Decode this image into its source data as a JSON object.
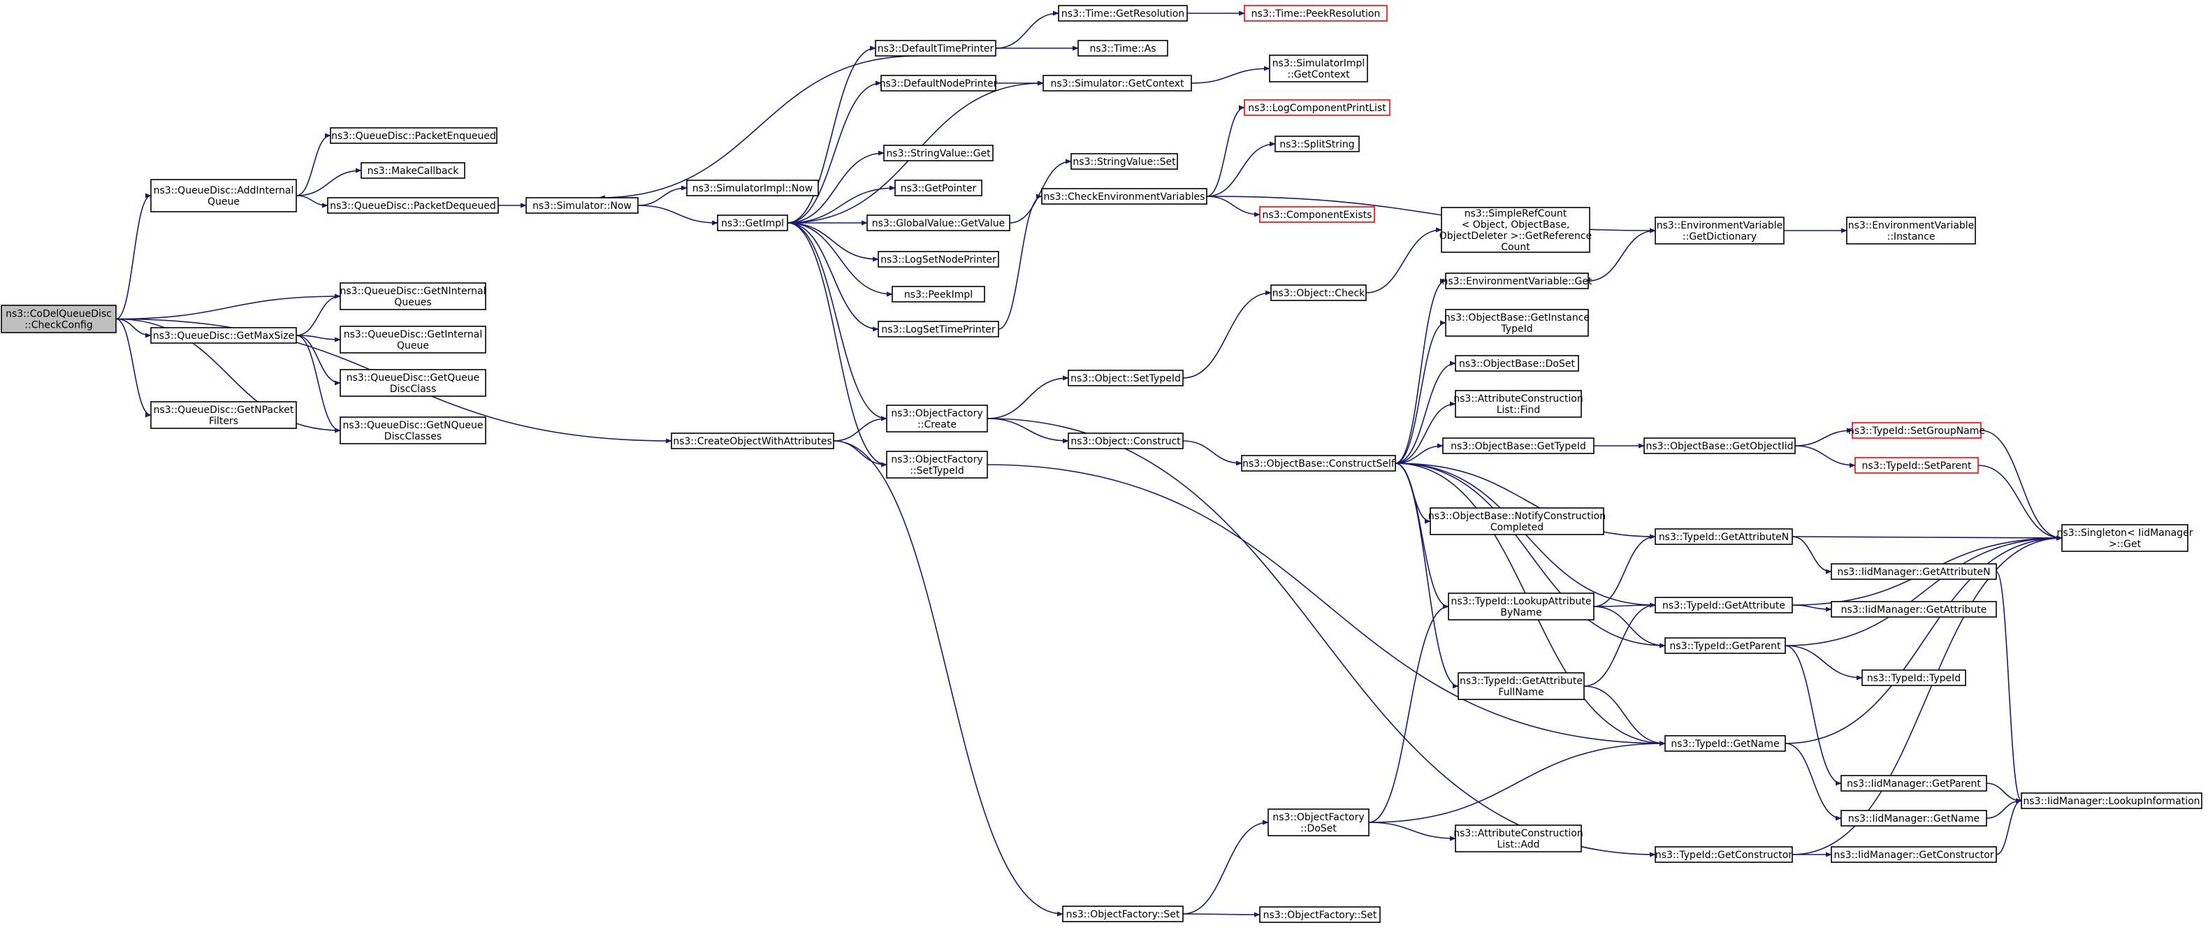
{
  "diagram": {
    "title": "",
    "colors": {
      "edge": "#191970",
      "node_border": "#000000",
      "root_fill": "#bfbfbf",
      "missing_border": "#ff0000"
    },
    "nodes": [
      {
        "id": "root",
        "lines": [
          "ns3::CoDelQueueDisc",
          "::CheckConfig"
        ],
        "root": true
      },
      {
        "id": "addint",
        "lines": [
          "ns3::QueueDisc::AddInternal",
          "Queue"
        ]
      },
      {
        "id": "getmax",
        "lines": [
          "ns3::QueueDisc::GetMaxSize"
        ]
      },
      {
        "id": "getnpf",
        "lines": [
          "ns3::QueueDisc::GetNPacket",
          "Filters"
        ]
      },
      {
        "id": "pktenq",
        "lines": [
          "ns3::QueueDisc::PacketEnqueued"
        ]
      },
      {
        "id": "makecb",
        "lines": [
          "ns3::MakeCallback"
        ]
      },
      {
        "id": "pktdeq",
        "lines": [
          "ns3::QueueDisc::PacketDequeued"
        ]
      },
      {
        "id": "getnintq",
        "lines": [
          "ns3::QueueDisc::GetNInternal",
          "Queues"
        ]
      },
      {
        "id": "getintq",
        "lines": [
          "ns3::QueueDisc::GetInternal",
          "Queue"
        ]
      },
      {
        "id": "getqdc",
        "lines": [
          "ns3::QueueDisc::GetQueue",
          "DiscClass"
        ]
      },
      {
        "id": "getnqdc",
        "lines": [
          "ns3::QueueDisc::GetNQueue",
          "DiscClasses"
        ]
      },
      {
        "id": "simnow",
        "lines": [
          "ns3::Simulator::Now"
        ]
      },
      {
        "id": "createobj",
        "lines": [
          "ns3::CreateObjectWithAttributes"
        ]
      },
      {
        "id": "simimplnow",
        "lines": [
          "ns3::SimulatorImpl::Now"
        ]
      },
      {
        "id": "getimpl",
        "lines": [
          "ns3::GetImpl"
        ]
      },
      {
        "id": "deftp",
        "lines": [
          "ns3::DefaultTimePrinter"
        ]
      },
      {
        "id": "defnp",
        "lines": [
          "ns3::DefaultNodePrinter"
        ]
      },
      {
        "id": "strget",
        "lines": [
          "ns3::StringValue::Get"
        ]
      },
      {
        "id": "getptr",
        "lines": [
          "ns3::GetPointer"
        ]
      },
      {
        "id": "gvget",
        "lines": [
          "ns3::GlobalValue::GetValue"
        ]
      },
      {
        "id": "logsetnp",
        "lines": [
          "ns3::LogSetNodePrinter"
        ]
      },
      {
        "id": "peekimpl",
        "lines": [
          "ns3::PeekImpl"
        ]
      },
      {
        "id": "logsettp",
        "lines": [
          "ns3::LogSetTimePrinter"
        ]
      },
      {
        "id": "ofcreate",
        "lines": [
          "ns3::ObjectFactory",
          "::Create"
        ]
      },
      {
        "id": "ofsettid",
        "lines": [
          "ns3::ObjectFactory",
          "::SetTypeId"
        ]
      },
      {
        "id": "timegetres",
        "lines": [
          "ns3::Time::GetResolution"
        ]
      },
      {
        "id": "timeas",
        "lines": [
          "ns3::Time::As"
        ]
      },
      {
        "id": "simgetctx",
        "lines": [
          "ns3::Simulator::GetContext"
        ]
      },
      {
        "id": "strset",
        "lines": [
          "ns3::StringValue::Set"
        ]
      },
      {
        "id": "chkenv",
        "lines": [
          "ns3::CheckEnvironmentVariables"
        ]
      },
      {
        "id": "objsettid",
        "lines": [
          "ns3::Object::SetTypeId"
        ]
      },
      {
        "id": "objconstruct",
        "lines": [
          "ns3::Object::Construct"
        ]
      },
      {
        "id": "ofset1",
        "lines": [
          "ns3::ObjectFactory::Set"
        ]
      },
      {
        "id": "timepeek",
        "lines": [
          "ns3::Time::PeekResolution"
        ],
        "red": true
      },
      {
        "id": "simimplctx",
        "lines": [
          "ns3::SimulatorImpl",
          "::GetContext"
        ]
      },
      {
        "id": "logcpl",
        "lines": [
          "ns3::LogComponentPrintList"
        ],
        "red": true
      },
      {
        "id": "splitstr",
        "lines": [
          "ns3::SplitString"
        ]
      },
      {
        "id": "compexists",
        "lines": [
          "ns3::ComponentExists"
        ],
        "red": true
      },
      {
        "id": "objcheck",
        "lines": [
          "ns3::Object::Check"
        ]
      },
      {
        "id": "obconstself",
        "lines": [
          "ns3::ObjectBase::ConstructSelf"
        ]
      },
      {
        "id": "ofdoset",
        "lines": [
          "ns3::ObjectFactory",
          "::DoSet"
        ]
      },
      {
        "id": "ofset2",
        "lines": [
          "ns3::ObjectFactory::Set"
        ]
      },
      {
        "id": "simpleref",
        "lines": [
          "ns3::SimpleRefCount",
          "< Object, ObjectBase,",
          "ObjectDeleter >::GetReference",
          "Count"
        ]
      },
      {
        "id": "envget",
        "lines": [
          "ns3::EnvironmentVariable::Get"
        ]
      },
      {
        "id": "obgetinst",
        "lines": [
          "ns3::ObjectBase::GetInstance",
          "TypeId"
        ]
      },
      {
        "id": "obdoset",
        "lines": [
          "ns3::ObjectBase::DoSet"
        ]
      },
      {
        "id": "acfind",
        "lines": [
          "ns3::AttributeConstruction",
          "List::Find"
        ]
      },
      {
        "id": "obgettid",
        "lines": [
          "ns3::ObjectBase::GetTypeId"
        ]
      },
      {
        "id": "obnotify",
        "lines": [
          "ns3::ObjectBase::NotifyConstruction",
          "Completed"
        ]
      },
      {
        "id": "tidlookup",
        "lines": [
          "ns3::TypeId::LookupAttribute",
          "ByName"
        ]
      },
      {
        "id": "tidgetafn",
        "lines": [
          "ns3::TypeId::GetAttribute",
          "FullName"
        ]
      },
      {
        "id": "acadd",
        "lines": [
          "ns3::AttributeConstruction",
          "List::Add"
        ]
      },
      {
        "id": "envgetdict",
        "lines": [
          "ns3::EnvironmentVariable",
          "::GetDictionary"
        ]
      },
      {
        "id": "obgetoid",
        "lines": [
          "ns3::ObjectBase::GetObjectIid"
        ]
      },
      {
        "id": "tidgetattrn",
        "lines": [
          "ns3::TypeId::GetAttributeN"
        ]
      },
      {
        "id": "tidgetattr",
        "lines": [
          "ns3::TypeId::GetAttribute"
        ]
      },
      {
        "id": "tidgetparent",
        "lines": [
          "ns3::TypeId::GetParent"
        ]
      },
      {
        "id": "tidgetname",
        "lines": [
          "ns3::TypeId::GetName"
        ]
      },
      {
        "id": "tidgetctor",
        "lines": [
          "ns3::TypeId::GetConstructor"
        ]
      },
      {
        "id": "envinst",
        "lines": [
          "ns3::EnvironmentVariable",
          "::Instance"
        ]
      },
      {
        "id": "tidsetgroup",
        "lines": [
          "ns3::TypeId::SetGroupName"
        ],
        "red": true
      },
      {
        "id": "tidsetparent",
        "lines": [
          "ns3::TypeId::SetParent"
        ],
        "red": true
      },
      {
        "id": "imgetattrn",
        "lines": [
          "ns3::IidManager::GetAttributeN"
        ]
      },
      {
        "id": "imgetattr",
        "lines": [
          "ns3::IidManager::GetAttribute"
        ]
      },
      {
        "id": "tidtypeid",
        "lines": [
          "ns3::TypeId::TypeId"
        ]
      },
      {
        "id": "imgetparent",
        "lines": [
          "ns3::IidManager::GetParent"
        ]
      },
      {
        "id": "imgetname",
        "lines": [
          "ns3::IidManager::GetName"
        ]
      },
      {
        "id": "imgetctor",
        "lines": [
          "ns3::IidManager::GetConstructor"
        ]
      },
      {
        "id": "singleton",
        "lines": [
          "ns3::Singleton< IidManager",
          ">::Get"
        ]
      },
      {
        "id": "imlookup",
        "lines": [
          "ns3::IidManager::LookupInformation"
        ]
      }
    ],
    "edges": [
      [
        "root",
        "addint"
      ],
      [
        "root",
        "getnintq"
      ],
      [
        "root",
        "getmax"
      ],
      [
        "root",
        "getnqdc"
      ],
      [
        "root",
        "getnpf"
      ],
      [
        "root",
        "createobj"
      ],
      [
        "addint",
        "pktenq"
      ],
      [
        "addint",
        "makecb"
      ],
      [
        "addint",
        "pktdeq"
      ],
      [
        "pktdeq",
        "simnow"
      ],
      [
        "getmax",
        "getnintq"
      ],
      [
        "getmax",
        "getintq"
      ],
      [
        "getmax",
        "getqdc"
      ],
      [
        "getmax",
        "getnqdc"
      ],
      [
        "simnow",
        "simimplnow"
      ],
      [
        "simnow",
        "getimpl"
      ],
      [
        "createobj",
        "ofcreate"
      ],
      [
        "createobj",
        "ofsettid"
      ],
      [
        "createobj",
        "ofset1"
      ],
      [
        "getimpl",
        "deftp"
      ],
      [
        "getimpl",
        "defnp"
      ],
      [
        "getimpl",
        "simgetctx"
      ],
      [
        "getimpl",
        "strget"
      ],
      [
        "getimpl",
        "getptr"
      ],
      [
        "getimpl",
        "gvget"
      ],
      [
        "getimpl",
        "logsetnp"
      ],
      [
        "getimpl",
        "peekimpl"
      ],
      [
        "getimpl",
        "logsettp"
      ],
      [
        "getimpl",
        "ofcreate"
      ],
      [
        "getimpl",
        "ofsettid"
      ],
      [
        "deftp",
        "simnow"
      ],
      [
        "deftp",
        "timegetres"
      ],
      [
        "deftp",
        "timeas"
      ],
      [
        "defnp",
        "simgetctx"
      ],
      [
        "timegetres",
        "timepeek"
      ],
      [
        "simgetctx",
        "simimplctx"
      ],
      [
        "gvget",
        "strset"
      ],
      [
        "logsettp",
        "chkenv"
      ],
      [
        "chkenv",
        "logcpl"
      ],
      [
        "chkenv",
        "splitstr"
      ],
      [
        "chkenv",
        "compexists"
      ],
      [
        "chkenv",
        "envgetdict"
      ],
      [
        "ofcreate",
        "objsettid"
      ],
      [
        "ofcreate",
        "objconstruct"
      ],
      [
        "ofcreate",
        "tidgetctor"
      ],
      [
        "ofsettid",
        "tidgetname"
      ],
      [
        "objsettid",
        "objcheck"
      ],
      [
        "objcheck",
        "simpleref"
      ],
      [
        "objconstruct",
        "obconstself"
      ],
      [
        "obconstself",
        "envget"
      ],
      [
        "obconstself",
        "obgetinst"
      ],
      [
        "obconstself",
        "obdoset"
      ],
      [
        "obconstself",
        "acfind"
      ],
      [
        "obconstself",
        "obgettid"
      ],
      [
        "obconstself",
        "obnotify"
      ],
      [
        "obconstself",
        "tidgetattrn"
      ],
      [
        "obconstself",
        "tidgetattr"
      ],
      [
        "obconstself",
        "tidgetparent"
      ],
      [
        "obconstself",
        "tidlookup"
      ],
      [
        "obconstself",
        "tidgetafn"
      ],
      [
        "obconstself",
        "tidgetname"
      ],
      [
        "envget",
        "envgetdict"
      ],
      [
        "envgetdict",
        "envinst"
      ],
      [
        "obgettid",
        "obgetoid"
      ],
      [
        "obgetoid",
        "tidsetgroup"
      ],
      [
        "obgetoid",
        "tidsetparent"
      ],
      [
        "tidsetgroup",
        "singleton"
      ],
      [
        "tidsetparent",
        "singleton"
      ],
      [
        "tidgetattrn",
        "singleton"
      ],
      [
        "tidgetattrn",
        "imgetattrn"
      ],
      [
        "tidgetattr",
        "singleton"
      ],
      [
        "tidgetattr",
        "imgetattr"
      ],
      [
        "tidgetparent",
        "singleton"
      ],
      [
        "tidgetparent",
        "tidtypeid"
      ],
      [
        "tidgetparent",
        "imgetparent"
      ],
      [
        "tidgetname",
        "singleton"
      ],
      [
        "tidgetname",
        "imgetname"
      ],
      [
        "tidgetctor",
        "singleton"
      ],
      [
        "tidgetctor",
        "imgetctor"
      ],
      [
        "tidlookup",
        "tidgetattrn"
      ],
      [
        "tidlookup",
        "tidgetattr"
      ],
      [
        "tidlookup",
        "tidgetparent"
      ],
      [
        "tidgetafn",
        "tidgetattr"
      ],
      [
        "tidgetafn",
        "tidgetname"
      ],
      [
        "ofset1",
        "ofset2"
      ],
      [
        "ofset1",
        "ofdoset"
      ],
      [
        "ofdoset",
        "tidlookup"
      ],
      [
        "ofdoset",
        "acadd"
      ],
      [
        "ofdoset",
        "tidgetname"
      ],
      [
        "imgetattrn",
        "imlookup"
      ],
      [
        "imgetparent",
        "imlookup"
      ],
      [
        "imgetname",
        "imlookup"
      ],
      [
        "imgetctor",
        "imlookup"
      ]
    ]
  }
}
